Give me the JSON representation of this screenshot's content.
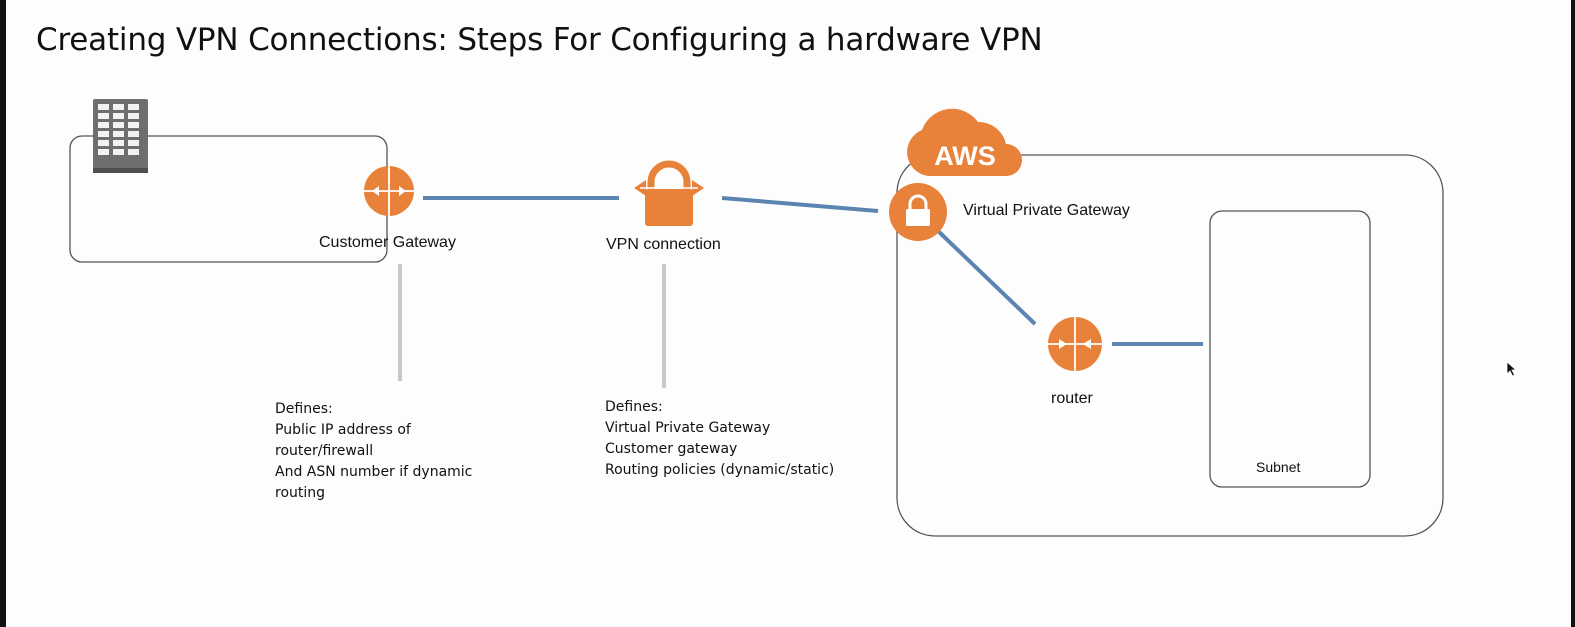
{
  "title": "Creating VPN Connections: Steps For Configuring a hardware VPN",
  "customer_gateway": {
    "label": "Customer Gateway",
    "notes": [
      "Defines:",
      "Public IP address of",
      "router/firewall",
      "And ASN number if dynamic",
      "routing"
    ]
  },
  "vpn_connection": {
    "label": "VPN connection",
    "notes": [
      "Defines:",
      "Virtual Private Gateway",
      "Customer gateway",
      "Routing policies (dynamic/static)"
    ]
  },
  "aws": {
    "badge": "AWS",
    "vgw_label": "Virtual Private Gateway",
    "router_label": "router",
    "subnet_label": "Subnet"
  },
  "colors": {
    "orange": "#e8823a",
    "link_blue": "#5b84b1",
    "callout_gray": "#c8c8c8",
    "box_border": "#555555",
    "building_gray": "#6e6e6e"
  }
}
